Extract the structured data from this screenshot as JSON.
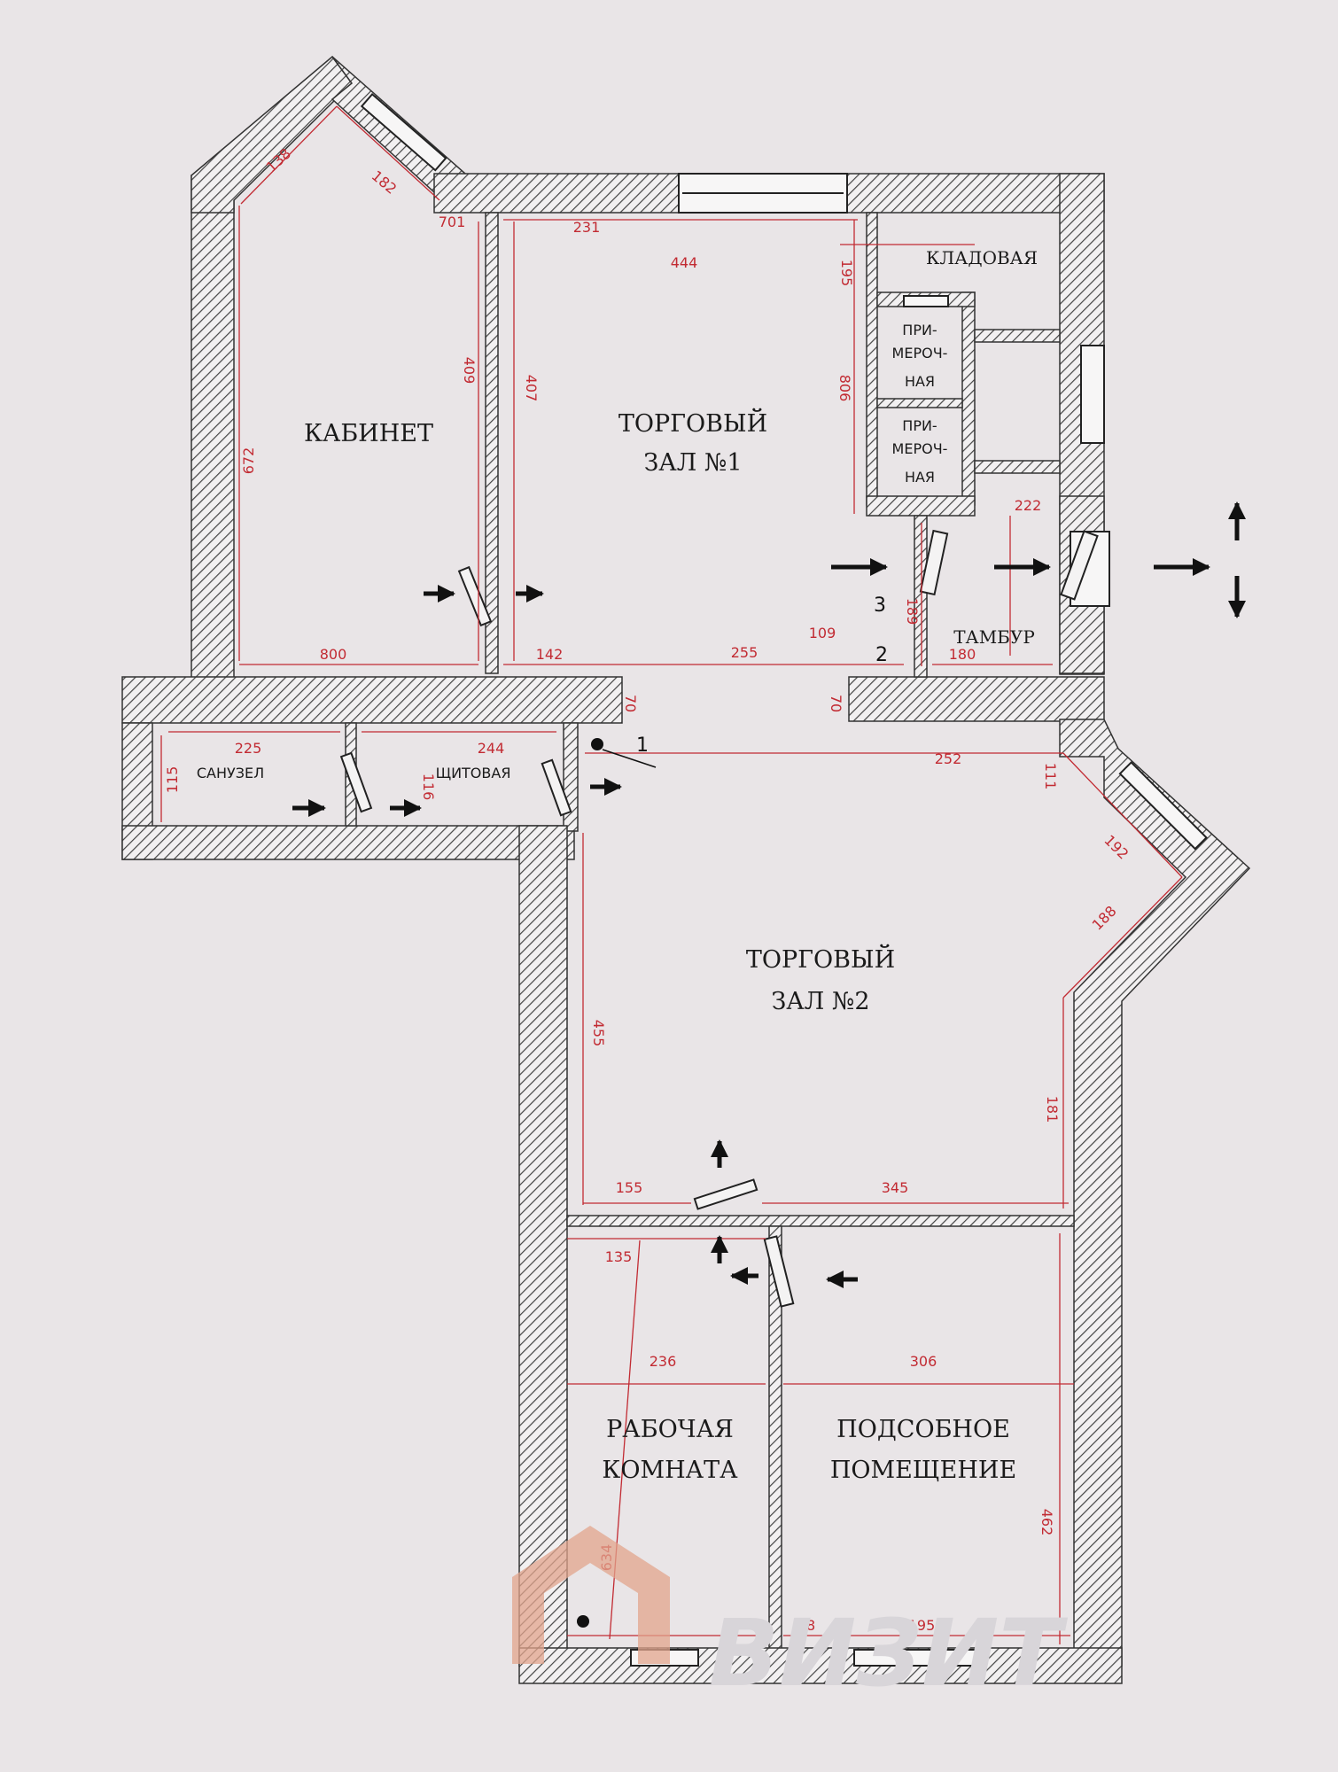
{
  "rooms": {
    "kabinet": "КАБИНЕТ",
    "hall1_line1": "ТОРГОВЫЙ",
    "hall1_line2": "ЗАЛ №1",
    "kladovaya": "КЛАДОВАЯ",
    "primerochnaya1": [
      "ПРИ-",
      "МЕРОЧ-",
      "НАЯ"
    ],
    "primerochnaya2": [
      "ПРИ-",
      "МЕРОЧ-",
      "НАЯ"
    ],
    "tambur": "ТАМБУР",
    "sanuzel": "САНУЗЕЛ",
    "shchitovaya": "ЩИТОВАЯ",
    "hall2_line1": "ТОРГОВЫЙ",
    "hall2_line2": "ЗАЛ №2",
    "rabochaya_line1": "РАБОЧАЯ",
    "rabochaya_line2": "КОМНАТА",
    "podsobnoe_line1": "ПОДСОБНОЕ",
    "podsobnoe_line2": "ПОМЕЩЕНИЕ"
  },
  "dimensions": {
    "d138": "138",
    "d182": "182",
    "d701": "701",
    "d231": "231",
    "d444": "444",
    "d195": "195",
    "d409": "409",
    "d407": "407",
    "d672": "672",
    "d806": "806",
    "d800": "800",
    "d142": "142",
    "d255": "255",
    "d109": "109",
    "d189": "189",
    "d222": "222",
    "d180": "180",
    "d70a": "70",
    "d70b": "70",
    "d225": "225",
    "d244": "244",
    "d115": "115",
    "d116": "116",
    "d252": "252",
    "d111": "111",
    "d192": "192",
    "d188": "188",
    "d455": "455",
    "d181": "181",
    "d155": "155",
    "d345": "345",
    "d135": "135",
    "d236": "236",
    "d306": "306",
    "d462": "462",
    "d634": "634",
    "d68": "68",
    "d195b": "195"
  },
  "markers": {
    "m1": "1",
    "m2": "2",
    "m3": "3"
  },
  "logo": {
    "text": "ВИЗИТ"
  },
  "colors": {
    "wall_hatch": "#444444",
    "dimension": "#c22b33",
    "background": "#e9e5e7",
    "logo": "#e2a48c"
  }
}
